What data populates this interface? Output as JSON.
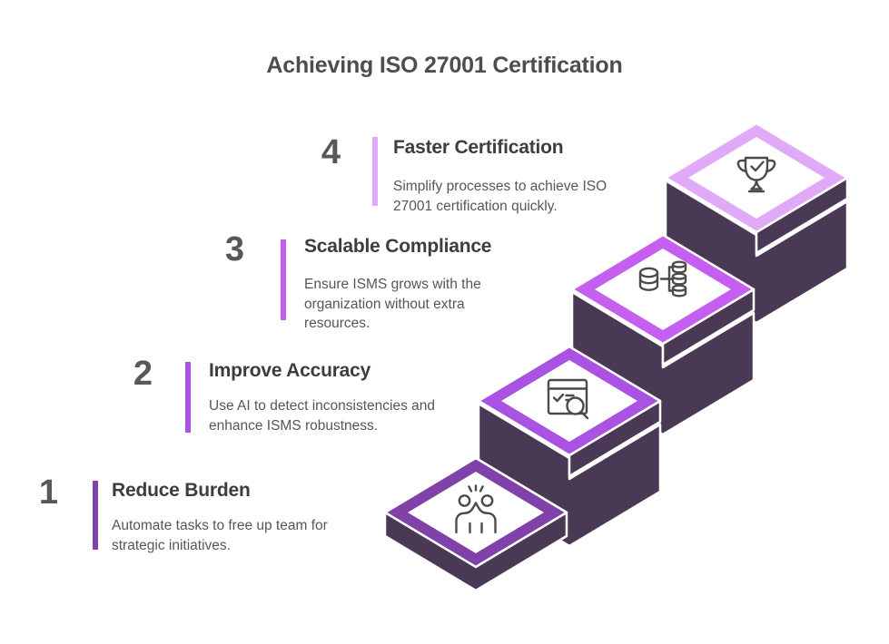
{
  "title": "Achieving ISO 27001 Certification",
  "colors": {
    "step1": "#8041a8",
    "step2": "#aa52e2",
    "step3": "#c45ff0",
    "step4": "#e0aaf8",
    "dark": "#4a3954",
    "icon": "#4b4b4d",
    "title_text": "#4c4d4f",
    "heading": "#3d3d3f",
    "body": "#55565a",
    "number": "#58585b"
  },
  "steps": [
    {
      "number": "1",
      "title": "Reduce Burden",
      "description": "Automate tasks to free up team for strategic initiatives.",
      "icon": "high-five-icon"
    },
    {
      "number": "2",
      "title": "Improve Accuracy",
      "description": "Use AI to detect inconsistencies and enhance ISMS robustness.",
      "icon": "audit-search-icon"
    },
    {
      "number": "3",
      "title": "Scalable Compliance",
      "description": "Ensure ISMS grows with the organization without extra resources.",
      "icon": "database-scale-icon"
    },
    {
      "number": "4",
      "title": "Faster Certification",
      "description": "Simplify processes to achieve ISO 27001 certification quickly.",
      "icon": "trophy-check-icon"
    }
  ]
}
